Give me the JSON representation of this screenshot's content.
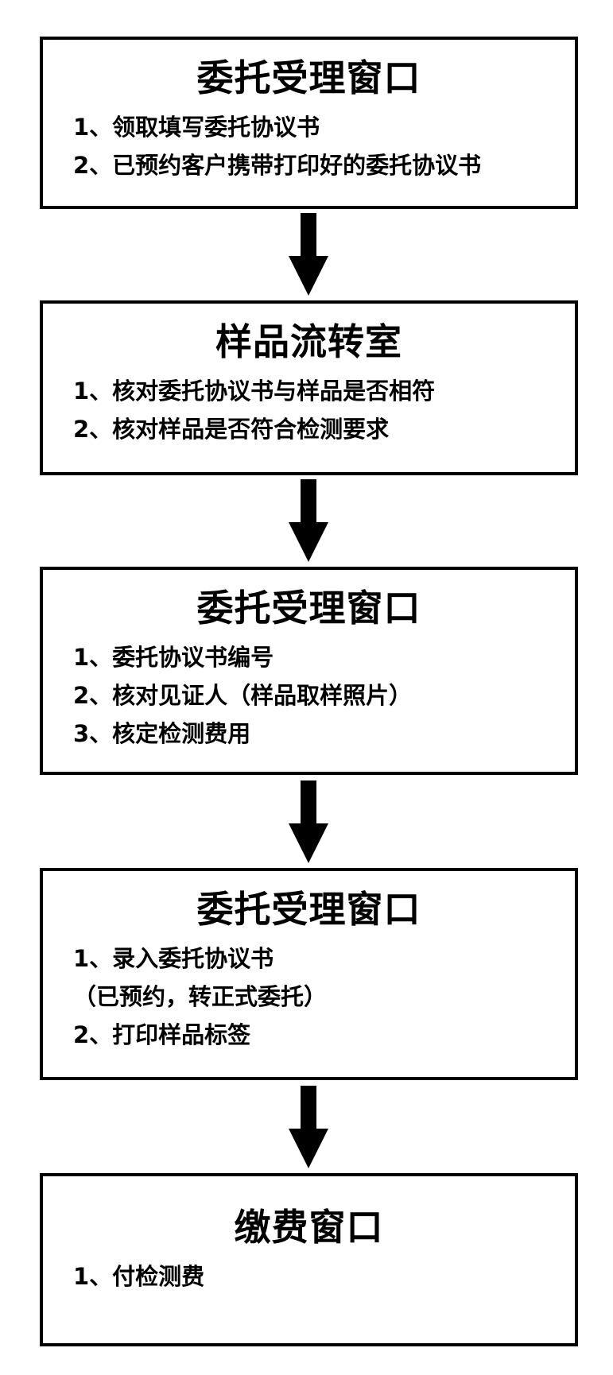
{
  "steps": [
    {
      "title": "委托受理窗口",
      "items": [
        "1、领取填写委托协议书",
        "2、已预约客户携带打印好的委托协议书"
      ]
    },
    {
      "title": "样品流转室",
      "items": [
        "1、核对委托协议书与样品是否相符",
        "2、核对样品是否符合检测要求"
      ]
    },
    {
      "title": "委托受理窗口",
      "items": [
        "1、委托协议书编号",
        "2、核对见证人（样品取样照片）",
        "3、核定检测费用"
      ]
    },
    {
      "title": "委托受理窗口",
      "items": [
        "1、录入委托协议书",
        "（已预约，转正式委托）",
        "2、打印样品标签"
      ]
    },
    {
      "title": "缴费窗口",
      "items": [
        "1、付检测费"
      ]
    }
  ]
}
